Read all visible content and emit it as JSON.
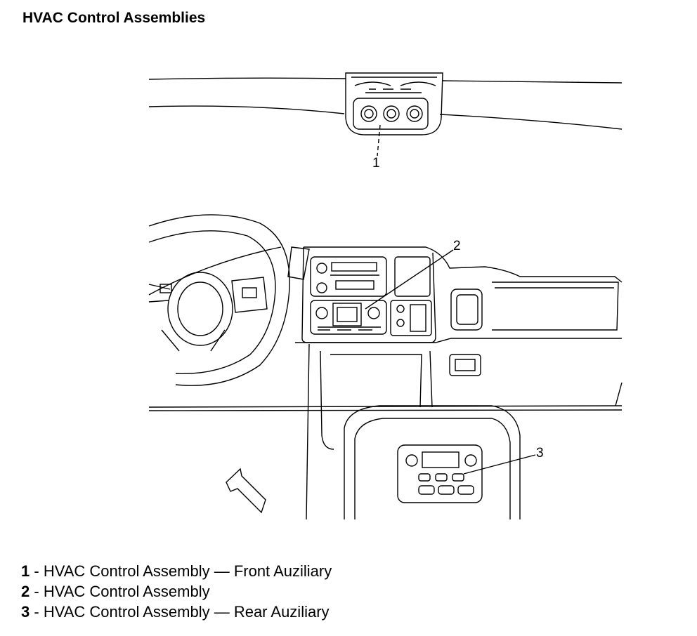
{
  "page": {
    "title": "HVAC Control Assemblies"
  },
  "callouts": [
    "1",
    "2",
    "3"
  ],
  "legend": [
    {
      "number": "1",
      "separator": " - ",
      "text": "HVAC Control Assembly — Front Auziliary"
    },
    {
      "number": "2",
      "separator": " - ",
      "text": "HVAC Control Assembly"
    },
    {
      "number": "3",
      "separator": " - ",
      "text": "HVAC Control Assembly — Rear Auziliary"
    }
  ],
  "colors": {
    "line": "#000000",
    "background": "#ffffff"
  }
}
